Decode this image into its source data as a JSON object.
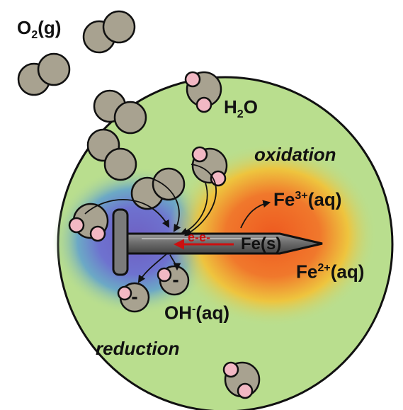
{
  "labels": {
    "o2": {
      "main": "O",
      "sub": "2",
      "rest": "(g)"
    },
    "h2o": {
      "pre": "H",
      "sub": "2",
      "post": "O"
    },
    "oxidation": "oxidation",
    "fe3": {
      "pre": "Fe",
      "sup": "3+",
      "post": "(aq)"
    },
    "fe2": {
      "pre": "Fe",
      "sup": "2+",
      "post": "(aq)"
    },
    "fes": "Fe(s)",
    "electrons": "e-e-",
    "oh": {
      "pre": "OH",
      "sup": "-",
      "post": "(aq)"
    },
    "reduction": "reduction",
    "charge": "-"
  },
  "colors": {
    "droplet": "#b9de8e",
    "cathode_zone": "#6f6bc9",
    "anode_zone": "#ef6a2b",
    "anode_glow": "#f2c23a",
    "oxygen_atom": "#a8a290",
    "hydrogen_atom": "#f2b8c4",
    "nail": "#7b7b7b",
    "electron_arrow": "#cc1010"
  }
}
